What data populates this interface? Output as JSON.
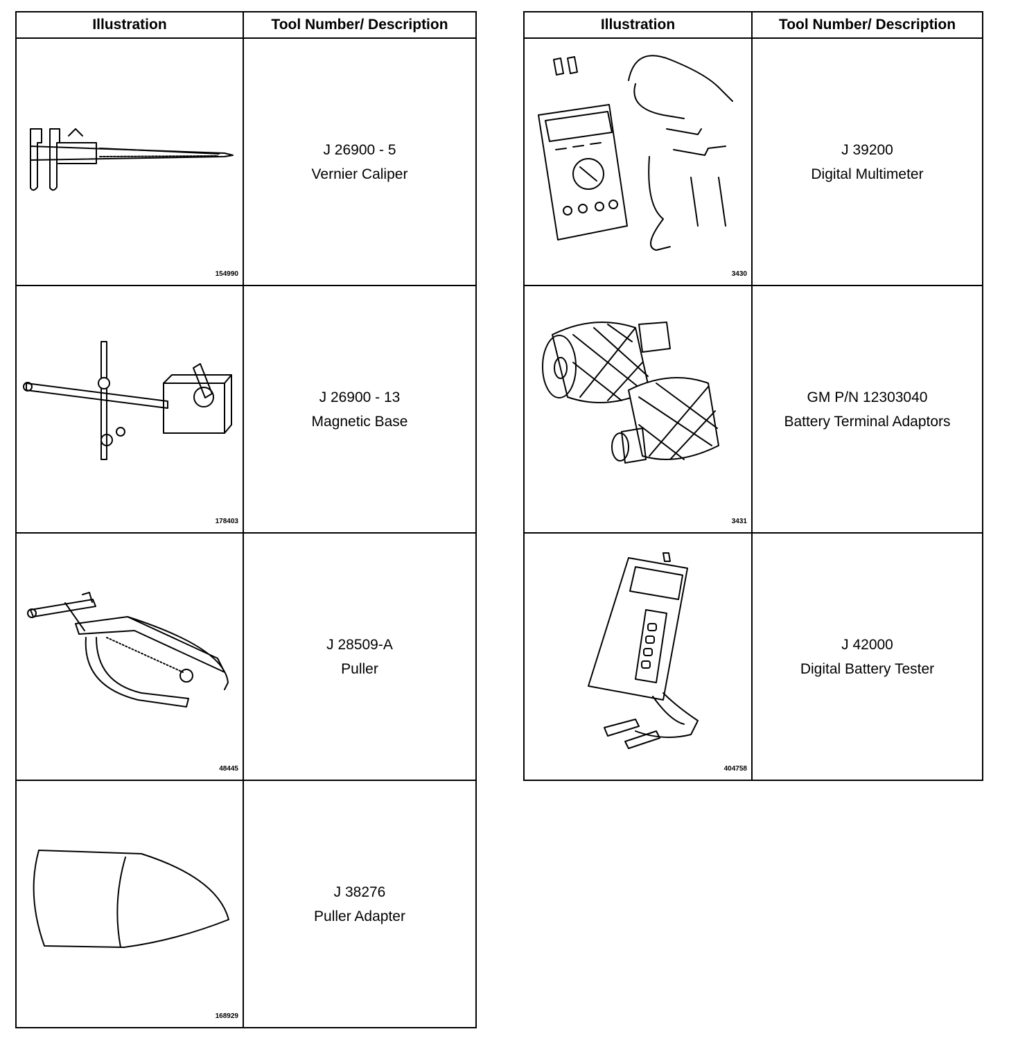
{
  "left_table": {
    "headers": {
      "illustration": "Illustration",
      "tool": "Tool Number/ Description"
    },
    "rows": [
      {
        "figure_id": "154990",
        "tool_number": "J 26900 - 5",
        "description": "Vernier Caliper",
        "icon": "vernier-caliper-icon"
      },
      {
        "figure_id": "178403",
        "tool_number": "J 26900 - 13",
        "description": "Magnetic Base",
        "icon": "magnetic-base-icon"
      },
      {
        "figure_id": "48445",
        "tool_number": "J 28509-A",
        "description": "Puller",
        "icon": "puller-icon"
      },
      {
        "figure_id": "168929",
        "tool_number": "J 38276",
        "description": "Puller Adapter",
        "icon": "puller-adapter-icon"
      }
    ]
  },
  "right_table": {
    "headers": {
      "illustration": "Illustration",
      "tool": "Tool Number/ Description"
    },
    "rows": [
      {
        "figure_id": "3430",
        "tool_number": "J 39200",
        "description": "Digital Multimeter",
        "icon": "digital-multimeter-icon"
      },
      {
        "figure_id": "3431",
        "tool_number": "GM P/N 12303040",
        "description": "Battery Terminal Adaptors",
        "icon": "battery-terminal-adaptors-icon"
      },
      {
        "figure_id": "404758",
        "tool_number": "J 42000",
        "description": "Digital Battery Tester",
        "icon": "digital-battery-tester-icon"
      }
    ]
  }
}
